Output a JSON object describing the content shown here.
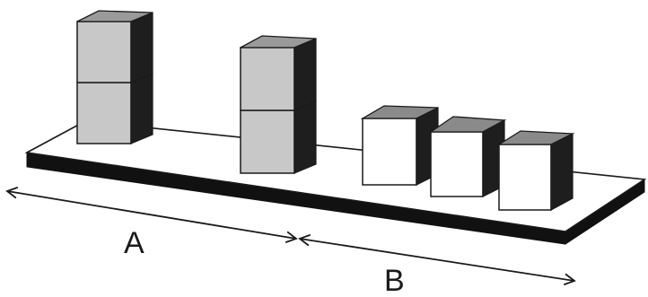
{
  "labels": {
    "a": "A",
    "b": "B"
  },
  "colors": {
    "background": "#ffffff",
    "board_top": "#ffffff",
    "board_edge": "#111111",
    "outline": "#1a1a1a",
    "gray_block_front": "#c8c8c8",
    "gray_block_top": "#9a9a9a",
    "white_block_front": "#ffffff",
    "block_side": "#1e1e1e",
    "block_top_white": "#8a8a8a",
    "arrow": "#1a1a1a"
  },
  "blocks": [
    {
      "group": "A",
      "stack": 1,
      "color": "gray",
      "count": 2
    },
    {
      "group": "A",
      "stack": 2,
      "color": "gray",
      "count": 2
    },
    {
      "group": "B",
      "stack": 1,
      "color": "white",
      "count": 1
    },
    {
      "group": "B",
      "stack": 2,
      "color": "white",
      "count": 1
    },
    {
      "group": "B",
      "stack": 3,
      "color": "white",
      "count": 1
    }
  ]
}
